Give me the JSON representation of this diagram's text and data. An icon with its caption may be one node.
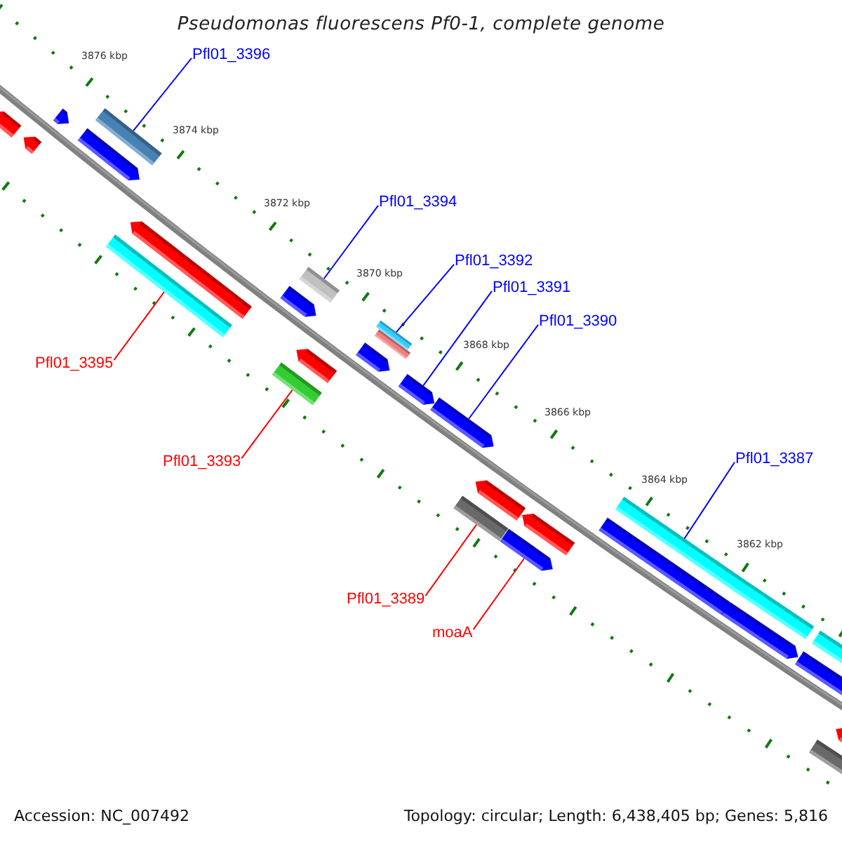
{
  "diagram": {
    "title": "Pseudomonas fluorescens Pf0-1, complete genome",
    "nodes": [
      {
        "text": [
          "Pfl01_3396"
        ]
      },
      {
        "text": [
          "Pfl01_3394"
        ]
      },
      {
        "text": [
          "Pfl01_3392"
        ]
      },
      {
        "text": [
          "Pfl01_3391"
        ]
      },
      {
        "text": [
          "Pfl01_3390"
        ]
      },
      {
        "text": [
          "Pfl01_3395"
        ]
      },
      {
        "text": [
          "Pfl01_3387"
        ]
      },
      {
        "text": [
          "Pfl01_3393"
        ]
      },
      {
        "text": [
          "Pfl01_3389"
        ]
      },
      {
        "text": [
          "moaA"
        ]
      },
      {
        "text": [],
        "shape": "pentagon"
      },
      {
        "text": [],
        "shape": "pentagon"
      },
      {
        "text": [],
        "shape": "pentagon"
      },
      {
        "text": [],
        "shape": "pentagon"
      },
      {
        "text": [],
        "shape": "bar"
      },
      {
        "text": [],
        "shape": "bar"
      },
      {
        "text": [],
        "shape": "pentagon"
      },
      {
        "text": [],
        "shape": "bar"
      },
      {
        "text": [],
        "shape": "pentagon"
      },
      {
        "text": [],
        "shape": "pentagon"
      },
      {
        "text": [],
        "shape": "bar"
      },
      {
        "text": [],
        "shape": "pentagon"
      },
      {
        "text": [],
        "shape": "bar"
      },
      {
        "text": [],
        "shape": "bar"
      },
      {
        "text": [],
        "shape": "pentagon"
      },
      {
        "text": [],
        "shape": "pentagon"
      },
      {
        "text": [],
        "shape": "bar"
      },
      {
        "text": [],
        "shape": "pentagon"
      },
      {
        "text": [],
        "shape": "pentagon"
      },
      {
        "text": [],
        "shape": "pentagon"
      },
      {
        "text": [],
        "shape": "pentagon"
      },
      {
        "text": [],
        "shape": "bar"
      },
      {
        "text": [],
        "shape": "pentagon"
      },
      {
        "text": [],
        "shape": "bar"
      },
      {
        "text": [],
        "shape": "pentagon"
      },
      {
        "text": [],
        "shape": "bar"
      },
      {
        "text": [],
        "shape": "bar"
      },
      {
        "text": [],
        "shape": "pentagon"
      }
    ],
    "edges": [
      {
        "from": 0,
        "to": 14,
        "arrow": "none"
      },
      {
        "from": 1,
        "to": 20,
        "arrow": "none"
      },
      {
        "from": 2,
        "to": 23,
        "arrow": "none"
      },
      {
        "from": 3,
        "to": 24,
        "arrow": "none"
      },
      {
        "from": 4,
        "to": 25,
        "arrow": "none"
      },
      {
        "from": 5,
        "to": 15,
        "arrow": "none",
        "color": "#ff0000"
      },
      {
        "from": 6,
        "to": 31,
        "arrow": "none"
      },
      {
        "from": 7,
        "to": 17,
        "arrow": "none",
        "color": "#ff0000"
      },
      {
        "from": 8,
        "to": 26,
        "arrow": "none",
        "color": "#ff0000"
      },
      {
        "from": 9,
        "to": 28,
        "arrow": "none",
        "color": "#ff0000"
      }
    ],
    "labels": [
      "3876 kbp",
      "3874 kbp",
      "3872 kbp",
      "3870 kbp",
      "3868 kbp",
      "3866 kbp",
      "3864 kbp",
      "3862 kbp",
      "Accession: NC_007492",
      "Topology: circular; Length: 6,438,405 bp; Genes: 5,816"
    ]
  }
}
